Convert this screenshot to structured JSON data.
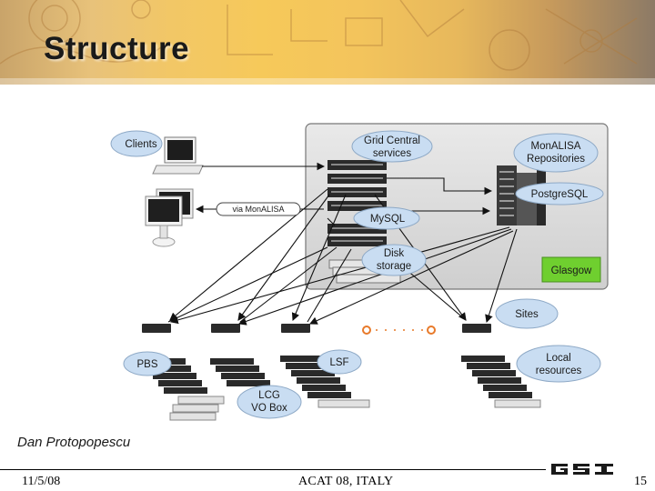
{
  "slide": {
    "title": "Structure",
    "author": "Dan Protopopescu",
    "date": "11/5/08",
    "event": "ACAT 08, ITALY",
    "page": "15"
  },
  "diagram": {
    "clients": "Clients",
    "grid_central_line1": "Grid Central",
    "grid_central_line2": "services",
    "monalisa_repo_line1": "MonALISA",
    "monalisa_repo_line2": "Repositories",
    "postgresql": "PostgreSQL",
    "via_monalisa": "via MonALISA",
    "mysql": "MySQL",
    "disk_line1": "Disk",
    "disk_line2": "storage",
    "glasgow": "Glasgow",
    "sites": "Sites",
    "pbs": "PBS",
    "lsf": "LSF",
    "lcg_line1": "LCG",
    "lcg_line2": "VO Box",
    "local_line1": "Local",
    "local_line2": "resources"
  },
  "colors": {
    "cloud_fill": "#c9ddf2",
    "glasgow_fill": "#6fcf2f",
    "panel_fill": "#d9d9d9",
    "dots": "#e87a2a"
  }
}
